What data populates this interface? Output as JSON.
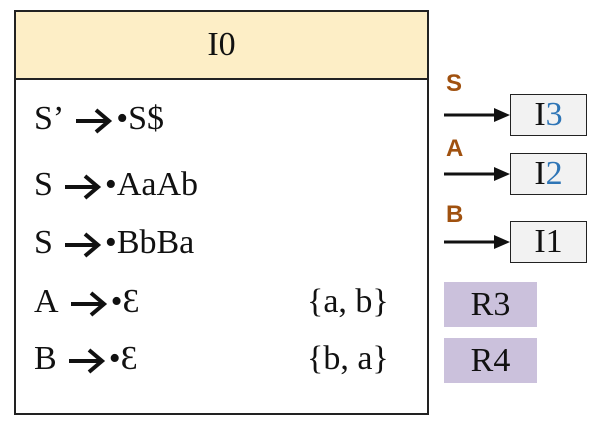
{
  "state": {
    "title": "I0",
    "header_color": "#fdeec6",
    "items": [
      {
        "lhs": "S’",
        "rhs": "•S$",
        "lookahead": ""
      },
      {
        "lhs": "S",
        "rhs": "•AaAb",
        "lookahead": ""
      },
      {
        "lhs": "S",
        "rhs": "•BbBa",
        "lookahead": ""
      },
      {
        "lhs": "A",
        "rhs": "•Ɛ",
        "lookahead": "{a, b}"
      },
      {
        "lhs": "B",
        "rhs": "•Ɛ",
        "lookahead": "{b, a}"
      }
    ]
  },
  "transitions": [
    {
      "symbol": "S",
      "target_prefix": "I",
      "target_num": "3"
    },
    {
      "symbol": "A",
      "target_prefix": "I",
      "target_num": "2"
    },
    {
      "symbol": "B",
      "target_prefix": "I",
      "target_num": "1"
    }
  ],
  "reductions": [
    {
      "label": "R3"
    },
    {
      "label": "R4"
    }
  ],
  "colors": {
    "transition_label": "#a0510f",
    "target_number": "#2e75b6",
    "reduction_fill": "#cbc1dc",
    "target_fill": "#f2f2f2"
  }
}
